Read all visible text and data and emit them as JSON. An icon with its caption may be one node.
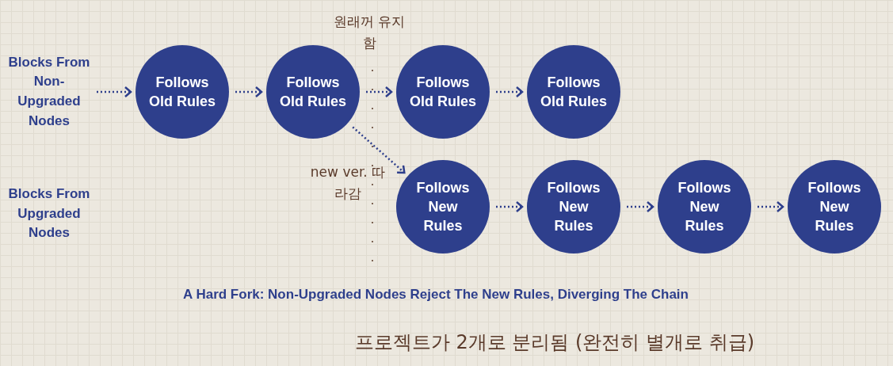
{
  "diagram": {
    "caption": "A Hard Fork: Non-Upgraded Nodes Reject The New Rules, Diverging The Chain",
    "nodes": [
      {
        "text": [
          "Blocks From Non-Upgraded Nodes"
        ]
      },
      {
        "text": [
          "Follows Old Rules"
        ]
      },
      {
        "text": [
          "Follows Old Rules"
        ]
      },
      {
        "text": [
          "Follows Old Rules"
        ]
      },
      {
        "text": [
          "Follows Old Rules"
        ]
      },
      {
        "text": [
          "Blocks From Upgraded Nodes"
        ]
      },
      {
        "text": [
          "Follows New Rules"
        ]
      },
      {
        "text": [
          "Follows New Rules"
        ]
      },
      {
        "text": [
          "Follows New Rules"
        ]
      },
      {
        "text": [
          "Follows New Rules"
        ]
      }
    ],
    "edges": [
      {
        "from": 0,
        "to": 1,
        "arrow": "to"
      },
      {
        "from": 1,
        "to": 2,
        "arrow": "to"
      },
      {
        "from": 2,
        "to": 3,
        "arrow": "to"
      },
      {
        "from": 3,
        "to": 4,
        "arrow": "to"
      },
      {
        "from": 2,
        "to": 6,
        "arrow": "to"
      },
      {
        "from": 6,
        "to": 7,
        "arrow": "to"
      },
      {
        "from": 7,
        "to": 8,
        "arrow": "to"
      },
      {
        "from": 8,
        "to": 9,
        "arrow": "to"
      }
    ],
    "labels": [
      "원래꺼 유지함",
      "new ver. 따라감",
      "프로젝트가 2개로 분리됨 (완전히 별개로 취급)"
    ]
  }
}
